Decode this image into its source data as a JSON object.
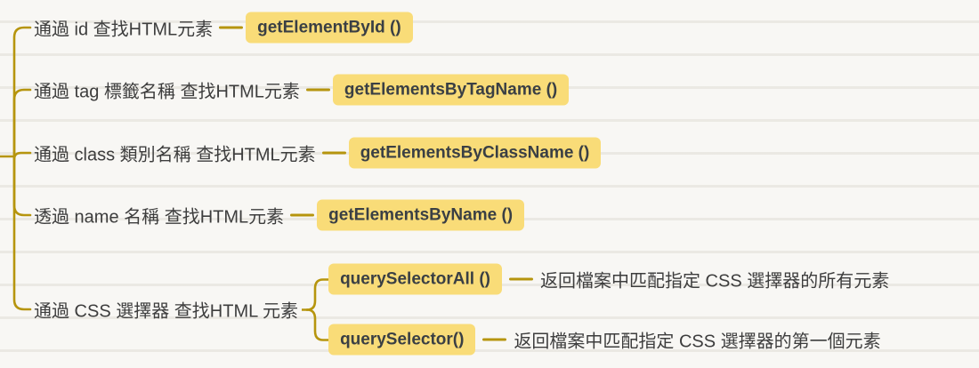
{
  "diagram": {
    "background_color": "#f8f7f4",
    "connector_color": "#b6950e",
    "node_fill_color": "#f9dc78",
    "node_text_color": "#3a3f44",
    "label_text_color": "#3d3d3d",
    "branches": [
      {
        "label": "通過 id 查找HTML元素",
        "method": "getElementById ()"
      },
      {
        "label": "通過 tag 標籤名稱 查找HTML元素",
        "method": "getElementsByTagName ()"
      },
      {
        "label": "通過 class 類別名稱 查找HTML元素",
        "method": "getElementsByClassName ()"
      },
      {
        "label": "透過 name 名稱 查找HTML元素",
        "method": "getElementsByName ()"
      },
      {
        "label": "通過 CSS 選擇器 查找HTML 元素",
        "children": [
          {
            "method": "querySelectorAll ()",
            "description": "返回檔案中匹配指定 CSS 選擇器的所有元素"
          },
          {
            "method": "querySelector()",
            "description": "返回檔案中匹配指定 CSS 選擇器的第一個元素"
          }
        ]
      }
    ]
  }
}
